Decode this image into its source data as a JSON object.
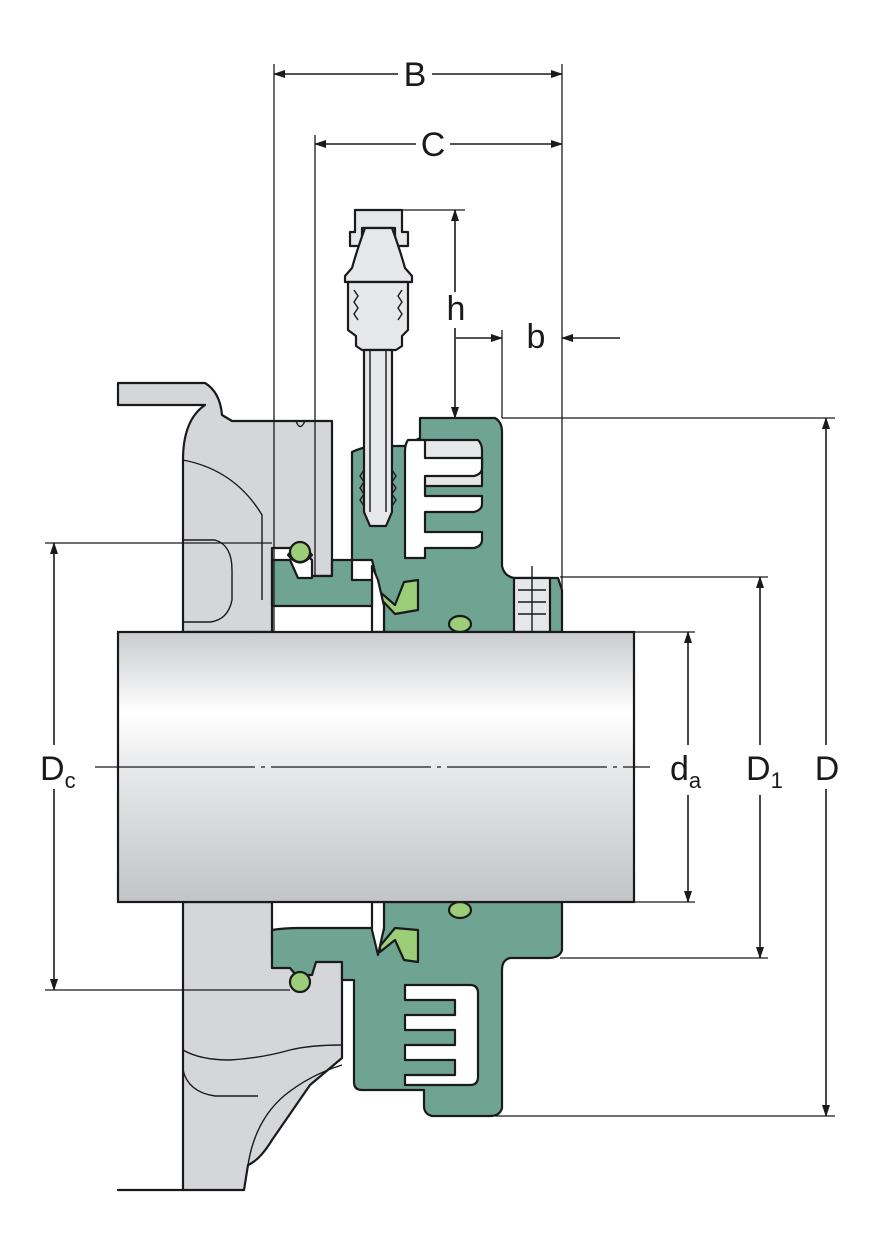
{
  "labels": {
    "B": "B",
    "C": "C",
    "h": "h",
    "b": "b",
    "Dc_main": "D",
    "Dc_sub": "c",
    "da_main": "d",
    "da_sub": "a",
    "D1_main": "D",
    "D1_sub": "1",
    "D": "D"
  },
  "colors": {
    "seal_body": "#6fa493",
    "seal_lip": "#9ccd78",
    "housing": "#d4d6d9",
    "shaft": "#e6e7e9",
    "line": "#1a1a1a"
  }
}
